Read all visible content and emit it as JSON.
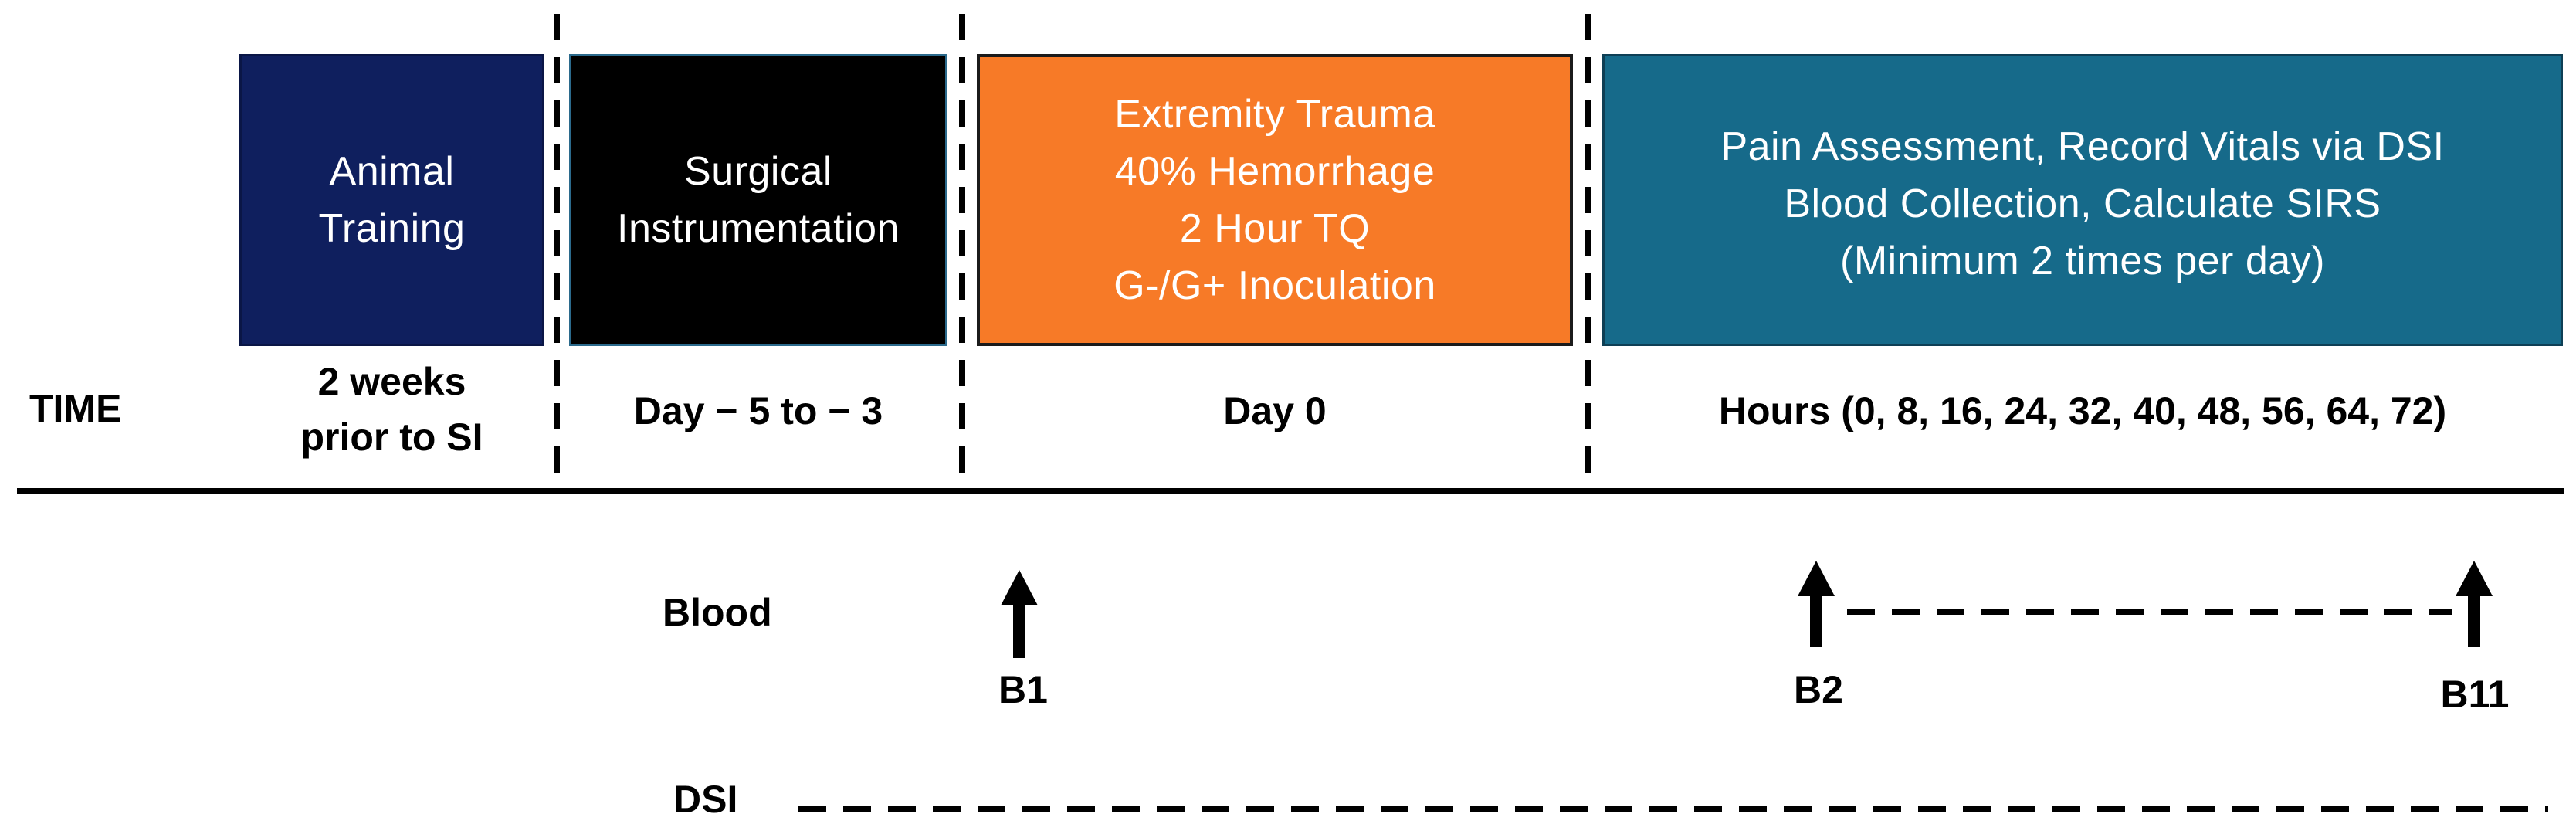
{
  "boxes": {
    "training": "Animal\nTraining",
    "surgical": "Surgical\nInstrumentation",
    "day0": "Extremity Trauma\n40% Hemorrhage\n2 Hour TQ\nG-/G+ Inoculation",
    "hours": "Pain Assessment, Record Vitals via DSI\nBlood Collection, Calculate SIRS\n(Minimum 2 times per day)"
  },
  "timeline": {
    "label": "TIME",
    "training_time": "2 weeks\nprior to SI",
    "surgical_time": "Day − 5 to − 3",
    "day0_time": "Day 0",
    "hours_time": "Hours (0, 8, 16, 24, 32, 40, 48, 56, 64, 72)"
  },
  "blood": {
    "label": "Blood",
    "b1": "B1",
    "b2": "B2",
    "b11": "B11"
  },
  "dsi": {
    "label": "DSI"
  },
  "colors": {
    "training": "#0f1f5e",
    "surgical": "#000000",
    "day0": "#f77a27",
    "hours": "#166a8a"
  }
}
